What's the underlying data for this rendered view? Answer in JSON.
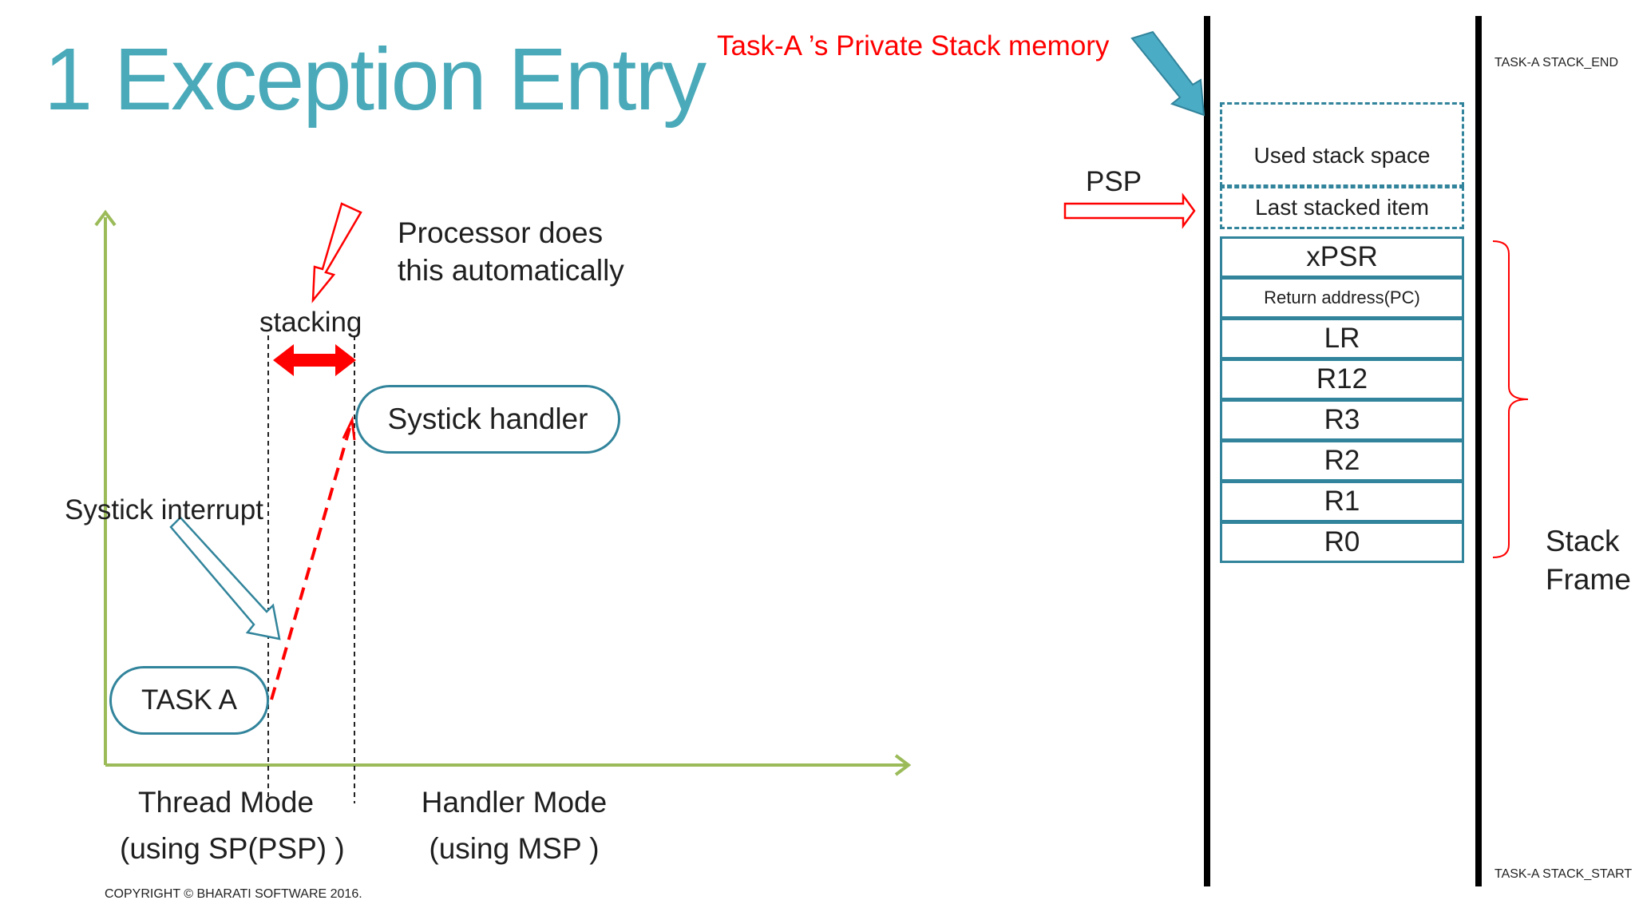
{
  "title": "1 Exception Entry",
  "copyright": "COPYRIGHT © BHARATI SOFTWARE 2016.",
  "left_diagram": {
    "stacking_note": [
      "Processor does",
      "this automatically"
    ],
    "stacking_label": "stacking",
    "systick_handler": "Systick handler",
    "systick_interrupt": "Systick interrupt",
    "task_a": "TASK A",
    "thread_mode": [
      "Thread Mode",
      "(using SP(PSP) )"
    ],
    "handler_mode": [
      "Handler Mode",
      "(using MSP )"
    ]
  },
  "stack_diagram": {
    "memory_label": "Task-A ’s Private Stack memory",
    "psp_label": "PSP",
    "stack_end": "TASK-A STACK_END",
    "stack_start": "TASK-A STACK_START",
    "used_space": "Used stack space",
    "last_item": "Last stacked item",
    "frame_items": [
      "xPSR",
      "Return address(PC)",
      "LR",
      "R12",
      "R3",
      "R2",
      "R1",
      "R0"
    ],
    "frame_label": [
      "Stack",
      "Frame"
    ]
  },
  "colors": {
    "title": "#4aaab9",
    "accent_teal": "#31849b",
    "red": "#ff0000",
    "axis_green": "#9bbb59",
    "arrow_blue": "#4bacc6"
  }
}
